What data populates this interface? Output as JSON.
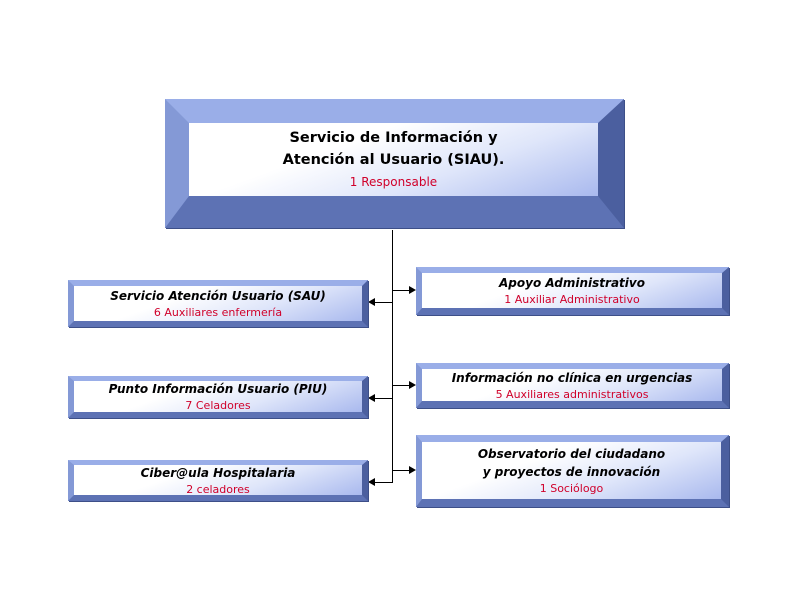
{
  "main": {
    "title_line1": "Servicio de Información y",
    "title_line2": "Atención al Usuario (SIAU).",
    "staff": "1 Responsable"
  },
  "left": [
    {
      "title": "Servicio Atención Usuario (SAU)",
      "staff": "6 Auxiliares enfermería"
    },
    {
      "title": "Punto Información Usuario (PIU)",
      "staff": "7 Celadores"
    },
    {
      "title": "Ciber@ula Hospitalaria",
      "staff": "2 celadores"
    }
  ],
  "right": [
    {
      "title": "Apoyo Administrativo",
      "staff": "1 Auxiliar Administrativo"
    },
    {
      "title": "Información no clínica en urgencias",
      "staff": "5 Auxiliares administrativos"
    },
    {
      "title_line1": "Observatorio del ciudadano",
      "title_line2": "y proyectos de innovación",
      "staff": "1 Sociólogo"
    }
  ]
}
